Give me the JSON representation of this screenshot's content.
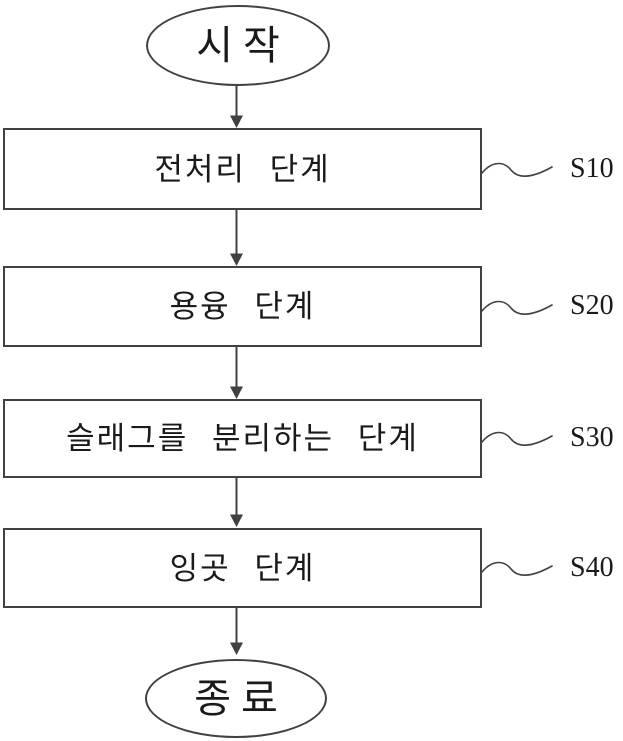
{
  "figure": {
    "type": "flowchart",
    "start": {
      "label": "시작"
    },
    "end": {
      "label": "종료"
    },
    "steps": [
      {
        "label": "전처리 단계",
        "tag": "S10"
      },
      {
        "label": "용융 단계",
        "tag": "S20"
      },
      {
        "label": "슬래그를 분리하는 단계",
        "tag": "S30"
      },
      {
        "label": "잉곳 단계",
        "tag": "S40"
      }
    ],
    "colors": {
      "line": "#414141",
      "text": "#1a1a1a",
      "background": "#ffffff"
    }
  }
}
